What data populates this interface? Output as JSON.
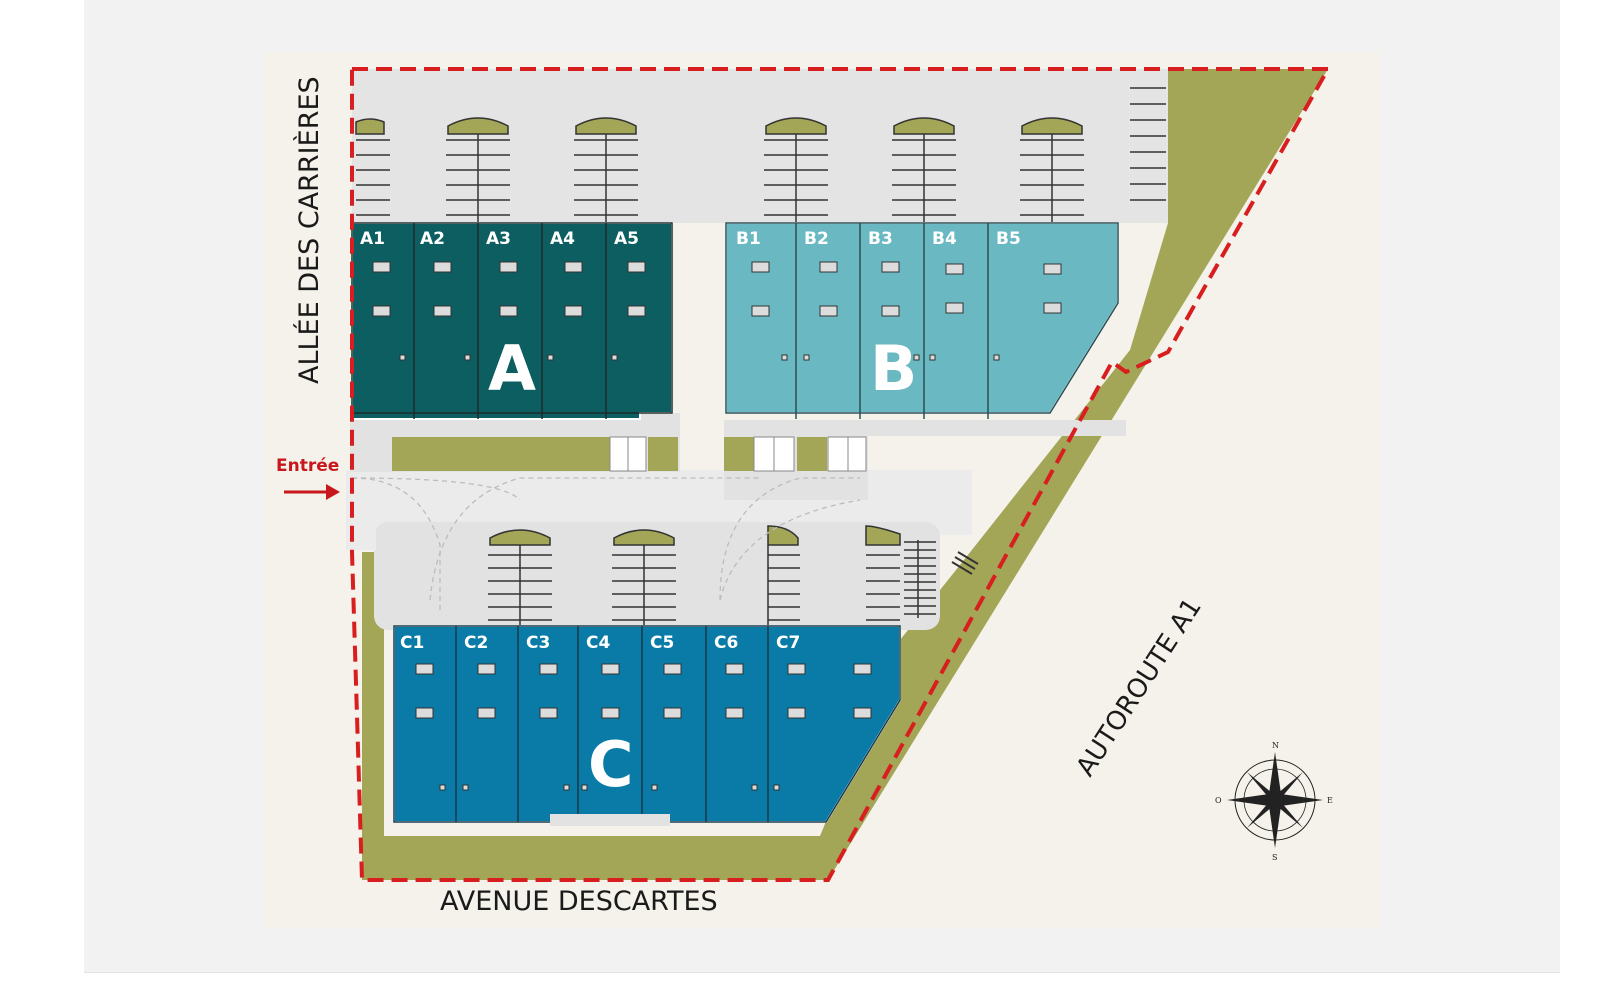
{
  "streets": {
    "west": "ALLÉE DES CARRIÈRES",
    "south": "AVENUE DESCARTES",
    "east": "AUTOROUTE A1"
  },
  "entrance_label": "Entrée",
  "buildings": [
    {
      "letter": "A",
      "color": "#0d5e61",
      "units": [
        "A1",
        "A2",
        "A3",
        "A4",
        "A5"
      ]
    },
    {
      "letter": "B",
      "color": "#69b8c2",
      "units": [
        "B1",
        "B2",
        "B3",
        "B4",
        "B5"
      ]
    },
    {
      "letter": "C",
      "color": "#0a7aa6",
      "units": [
        "C1",
        "C2",
        "C3",
        "C4",
        "C5",
        "C6",
        "C7"
      ]
    }
  ],
  "compass": {
    "n": "N",
    "s": "S",
    "e": "E",
    "w": "O"
  },
  "colors": {
    "boundary": "#d81e1e",
    "green": "#a3a656",
    "paving": "#e2e2e2",
    "background": "#f4f2ea"
  }
}
